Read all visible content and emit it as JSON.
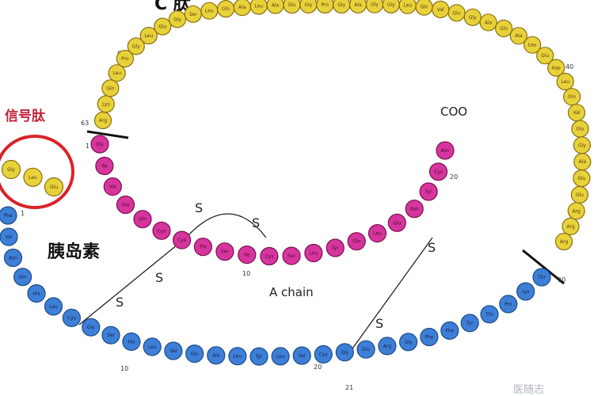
{
  "title": "C 肽",
  "labels": {
    "signal_peptide": "信号肽",
    "insulin": "胰岛素",
    "a_chain": "A chain",
    "coo": "COO",
    "ss": "S"
  },
  "colors": {
    "c_peptide": "#e8d23a",
    "a_chain": "#d6359e",
    "b_chain": "#3d7fd6",
    "signal": "#e8d23a",
    "signal_circle": "#d8232a",
    "signal_label": "#c0233a"
  },
  "chains": {
    "signal": [
      "Gly",
      "Leu",
      "Glu"
    ],
    "c_peptide": [
      "Arg",
      "Lys",
      "Gln",
      "Leu",
      "Pro",
      "Gly",
      "Leu",
      "Glu",
      "Gly",
      "Ser",
      "Leu",
      "Gln",
      "Ala",
      "Leu",
      "Ala",
      "Glu",
      "Gly",
      "Pro",
      "Gly",
      "Ala",
      "Gly",
      "Gly",
      "Leu",
      "Gln",
      "Val",
      "Glu",
      "Gly",
      "Ala",
      "Gln",
      "Ala",
      "Leu",
      "Glu",
      "Asp",
      "Leu",
      "Gln",
      "Val",
      "Glu",
      "Gly",
      "Ala",
      "Glu",
      "Glu",
      "Arg",
      "Arg",
      "Arg"
    ],
    "a_chain": [
      "Gly",
      "Ile",
      "Val",
      "Glu",
      "Gln",
      "Cys",
      "Cys",
      "Thr",
      "Ser",
      "Ile",
      "Cys",
      "Ser",
      "Leu",
      "Tyr",
      "Gln",
      "Leu",
      "Glu",
      "Asn",
      "Tyr",
      "Cys",
      "Asn"
    ],
    "b_chain": [
      "Phe",
      "Val",
      "Asn",
      "Gln",
      "His",
      "Leu",
      "Cys",
      "Gly",
      "Ser",
      "His",
      "Leu",
      "Val",
      "Glu",
      "Ala",
      "Leu",
      "Tyr",
      "Leu",
      "Val",
      "Cys",
      "Gly",
      "Glu",
      "Arg",
      "Gly",
      "Phe",
      "Phe",
      "Tyr",
      "Thr",
      "Pro",
      "Lys",
      "Thr"
    ]
  },
  "numbers": {
    "c60": "60",
    "c63": "63",
    "c40": "40",
    "a1": "1",
    "a10": "10",
    "a20": "20",
    "b1": "1",
    "b10": "10",
    "b20": "20",
    "b21": "21",
    "b30": "30"
  },
  "watermark": "医随志"
}
